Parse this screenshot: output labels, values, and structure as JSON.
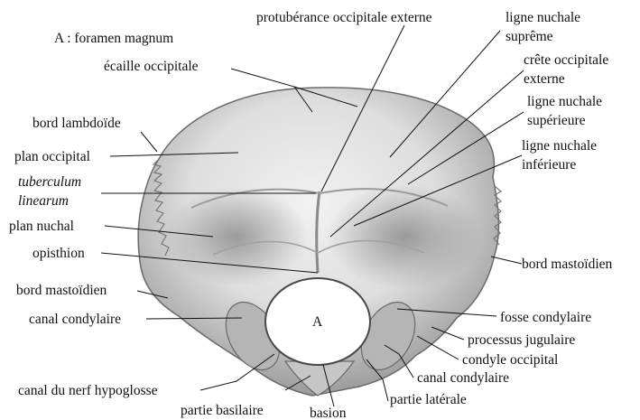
{
  "figure": {
    "legend": "A : foramen magnum",
    "foramen_letter": "A",
    "colors": {
      "bone_light": "#e9e9e9",
      "bone_mid": "#bdbdbd",
      "bone_dark": "#7d7d7d",
      "line": "#111111"
    }
  },
  "labels": {
    "protuberance": "protubérance occipitale externe",
    "ligne_supreme_1": "ligne nuchale",
    "ligne_supreme_2": "suprême",
    "crete_1": "crête occipitale",
    "crete_2": "externe",
    "ligne_sup_1": "ligne nuchale",
    "ligne_sup_2": "supérieure",
    "ligne_inf_1": "ligne nuchale",
    "ligne_inf_2": "inférieure",
    "ecaille": "écaille occipitale",
    "bord_lambdoide": "bord lambdoïde",
    "plan_occipital": "plan occipital",
    "tuberculum_1": "tuberculum",
    "tuberculum_2": "linearum",
    "plan_nuchal": "plan nuchal",
    "opisthion": "opisthion",
    "bord_mastoidien_left": "bord mastoïdien",
    "bord_mastoidien_right": "bord mastoïdien",
    "canal_condylaire_left": "canal condylaire",
    "canal_hypoglosse": "canal du nerf hypoglosse",
    "partie_basilaire": "partie basilaire",
    "basion": "basion",
    "partie_laterale": "partie latérale",
    "canal_condylaire_right": "canal condylaire",
    "condyle_occipital": "condyle occipital",
    "processus_jugulaire": "processus jugulaire",
    "fosse_condylaire": "fosse condylaire"
  }
}
